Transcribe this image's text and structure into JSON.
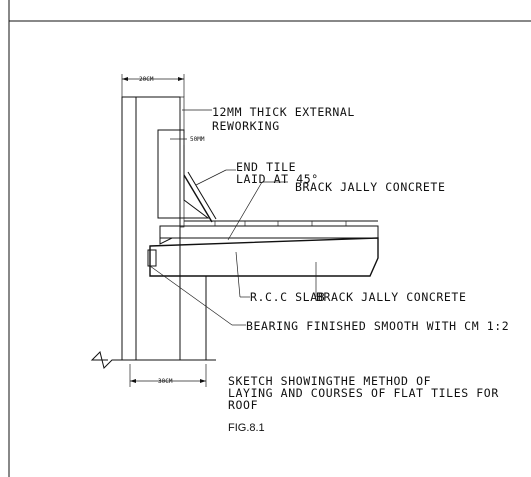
{
  "dimensions": {
    "wall_top_width": "20CM",
    "plaster_gap": "50MM",
    "wall_bottom_width": "30CM"
  },
  "callouts": {
    "external_plaster_line1": "12MM THICK EXTERNAL",
    "external_plaster_line2": "REWORKING",
    "end_tile_line1": "END TILE",
    "end_tile_line2": "LAID AT 45°",
    "upper_concrete": "BRACK JALLY CONCRETE",
    "rcc_slab": "R.C.C SLAB",
    "lower_concrete": "BRACK JALLY CONCRETE",
    "bearing": "BEARING FINISHED SMOOTH WITH CM 1:2"
  },
  "caption": {
    "line1": "SKETCH SHOWINGTHE METHOD OF",
    "line2": "LAYING AND COURSES OF FLAT TILES FOR",
    "line3": "ROOF",
    "figure": "FIG.8.1"
  }
}
